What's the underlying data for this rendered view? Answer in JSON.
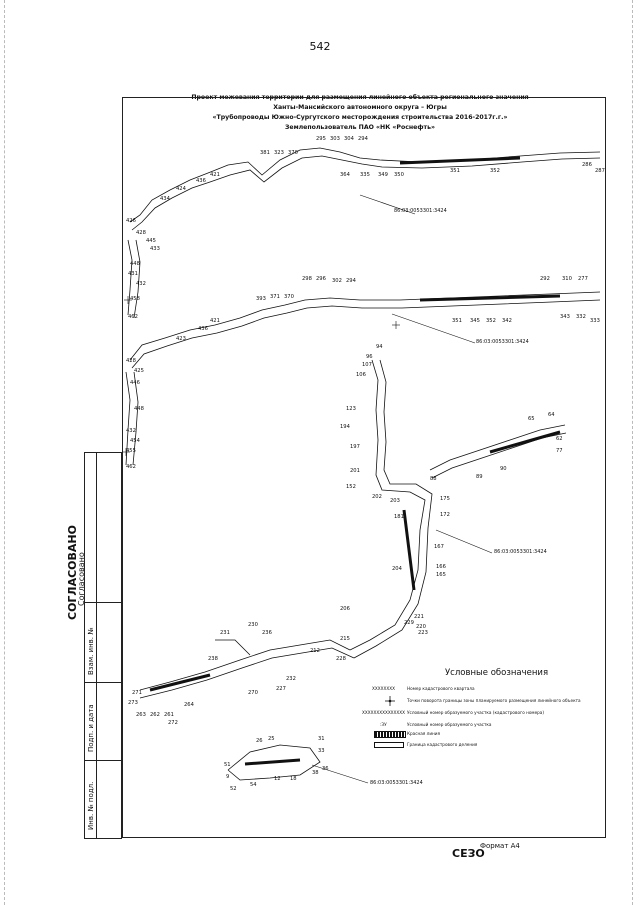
{
  "page_number": "542",
  "title_lines": [
    "Проект межевания территории для размещения линейного объекта регионального значения",
    "Ханты-Мансийского автономного округа – Югры",
    "«Трубопроводы Южно-Сургутского месторождения строительства 2016-2017г.г.»",
    "Землепользователь ПАО «НК «Роснефть»"
  ],
  "cadastral_labels": [
    "86:03:0053301:3424",
    "86:03:0053301:3424",
    "86:03:0053301:3424",
    "86:03:0053301:3424"
  ],
  "stamp": {
    "agreed_title": "СОГЛАСОВАНО",
    "agreed_sub": "Согласовано",
    "fields": [
      "Взам. инв. №",
      "Подп. и дата",
      "Инв. № подл."
    ]
  },
  "legend": {
    "title": "Условные обозначения",
    "rows": [
      {
        "sample": "ХХХХХХХХ",
        "text": "Номер кадастрового квартала"
      },
      {
        "sample": "",
        "text": "Точки поворота границы зоны планируемого размещения линейного объекта"
      },
      {
        "sample": "ХХХХХХХХХХХХХХХ",
        "text": "Условный номер образуемого участка (кадастрового номера)"
      },
      {
        "sample": ":ЗУ",
        "text": "Условный номер образуемого участка"
      },
      {
        "sample": "",
        "text": "Красная линия"
      },
      {
        "sample": "",
        "text": "Граница кадастрового деления"
      }
    ]
  },
  "format_label": "Формат А4",
  "mirror_mark": "СЕЗО"
}
